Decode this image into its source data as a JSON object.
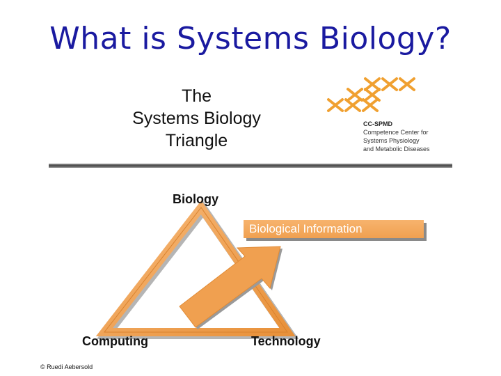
{
  "title": "What is Systems Biology?",
  "heading": {
    "line1": "The",
    "line2": "Systems Biology",
    "line3": "Triangle"
  },
  "logo": {
    "acronym": "CC-SPMD",
    "line1": "Competence Center for",
    "line2": "Systems Physiology",
    "line3": "and Metabolic Diseases"
  },
  "triangle": {
    "top": "Biology",
    "left": "Computing",
    "right": "Technology",
    "arrow_label": "Biological Information"
  },
  "copyright": "© Ruedi Aebersold",
  "colors": {
    "title": "#1a1aa0",
    "accent": "#f0a050",
    "logo": "#f0a030"
  }
}
